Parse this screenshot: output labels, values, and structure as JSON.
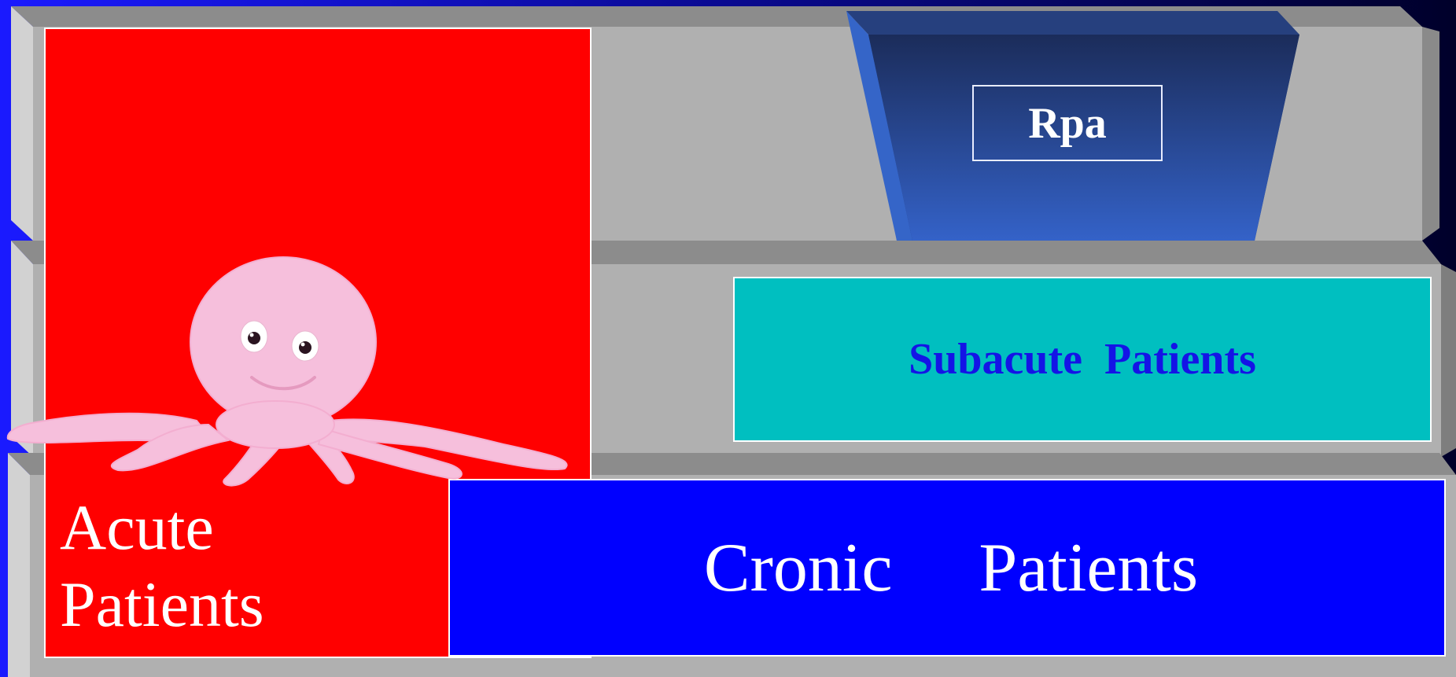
{
  "labels": {
    "acute": "Acute\nPatients",
    "cronic": "Cronic     Patients",
    "subacute": "Subacute  Patients",
    "rpa": "Rpa"
  },
  "colors": {
    "acute": "#ff0000",
    "cronic": "#0000ff",
    "subacute": "#00bfc0",
    "subacute_text": "#1414e6",
    "funnel": "#2a56b8",
    "shelf": "#b0b0b0",
    "background": "#00003a"
  },
  "icons": {
    "mascot": "octopus-icon"
  }
}
